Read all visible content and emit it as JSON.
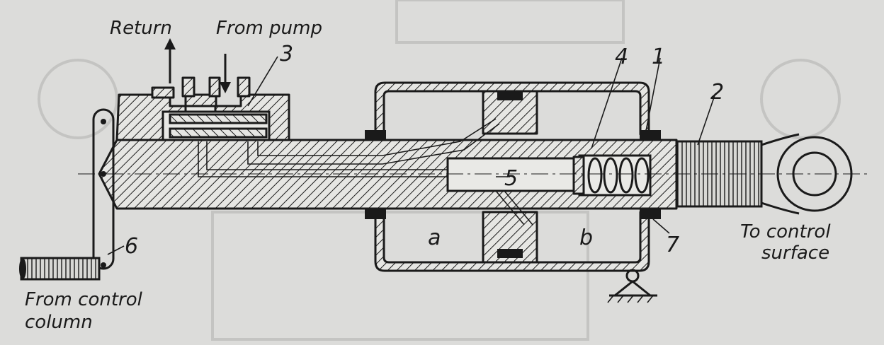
{
  "labels": {
    "return": "Return",
    "from_pump": "From pump",
    "to_control_surface_1": "To control",
    "to_control_surface_2": "surface",
    "from_control_column_1": "From control",
    "from_control_column_2": "column",
    "chamber_a": "a",
    "chamber_b": "b"
  },
  "callouts": {
    "n1": "1",
    "n2": "2",
    "n3": "3",
    "n4": "4",
    "n5": "5",
    "n6": "6",
    "n7": "7"
  },
  "colors": {
    "paper": "#dcdcda",
    "ink": "#1a1a1a"
  }
}
